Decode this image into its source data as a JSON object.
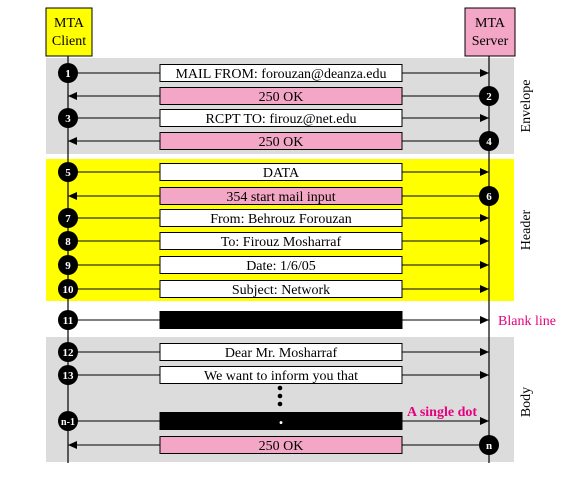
{
  "colors": {
    "envelope_band": "#dcdcdc",
    "header_band": "#ffff00",
    "body_band": "#dcdcdc",
    "client_box": "#ffff00",
    "server_box": "#f4a6c6",
    "reply_box": "#f4a6c6",
    "command_box": "#ffffff",
    "blank_box": "#000000",
    "accent_text": "#e6007e",
    "line": "#000000"
  },
  "actors": {
    "client": {
      "line1": "MTA",
      "line2": "Client"
    },
    "server": {
      "line1": "MTA",
      "line2": "Server"
    }
  },
  "sections": {
    "envelope": "Envelope",
    "header": "Header",
    "body": "Body"
  },
  "messages": [
    {
      "step": "1",
      "text": "MAIL FROM: forouzan@deanza.edu",
      "direction": "to-server",
      "style": "command"
    },
    {
      "step": "2",
      "text": "250 OK",
      "direction": "to-client",
      "style": "reply"
    },
    {
      "step": "3",
      "text": "RCPT TO: firouz@net.edu",
      "direction": "to-server",
      "style": "command"
    },
    {
      "step": "4",
      "text": "250 OK",
      "direction": "to-client",
      "style": "reply"
    },
    {
      "step": "5",
      "text": "DATA",
      "direction": "to-server",
      "style": "command"
    },
    {
      "step": "6",
      "text": "354 start mail input",
      "direction": "to-client",
      "style": "reply"
    },
    {
      "step": "7",
      "text": "From: Behrouz Forouzan",
      "direction": "to-server",
      "style": "command"
    },
    {
      "step": "8",
      "text": "To: Firouz Mosharraf",
      "direction": "to-server",
      "style": "command"
    },
    {
      "step": "9",
      "text": "Date: 1/6/05",
      "direction": "to-server",
      "style": "command"
    },
    {
      "step": "10",
      "text": "Subject: Network",
      "direction": "to-server",
      "style": "command"
    },
    {
      "step": "11",
      "text": "",
      "direction": "to-server",
      "style": "blank"
    },
    {
      "step": "12",
      "text": "Dear Mr. Mosharraf",
      "direction": "to-server",
      "style": "command"
    },
    {
      "step": "13",
      "text": "We want to inform you that",
      "direction": "to-server",
      "style": "command"
    },
    {
      "step": "n-1",
      "text": ".",
      "direction": "to-server",
      "style": "dot"
    },
    {
      "step": "n",
      "text": "250 OK",
      "direction": "to-client",
      "style": "reply"
    }
  ],
  "annotations": {
    "blank_line": "Blank line",
    "single_dot": "A single dot"
  }
}
